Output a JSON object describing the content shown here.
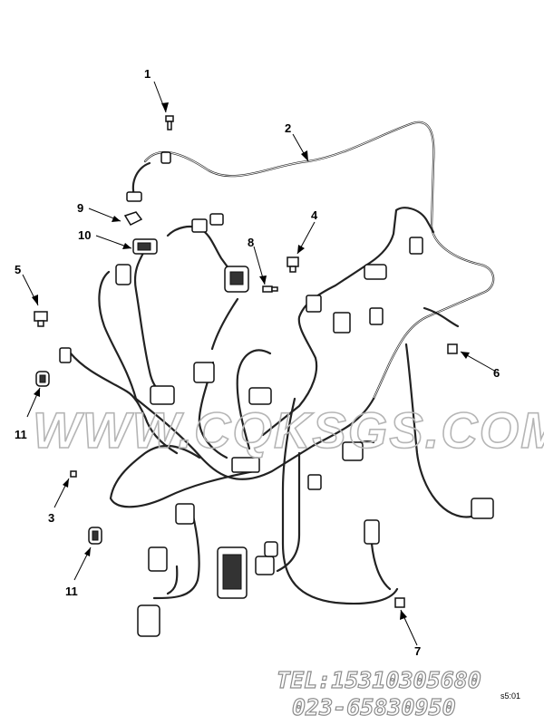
{
  "callouts": {
    "c1": "1",
    "c2": "2",
    "c3": "3",
    "c4": "4",
    "c5": "5",
    "c6": "6",
    "c7": "7",
    "c8": "8",
    "c9": "9",
    "c10": "10",
    "c11a": "11",
    "c11b": "11"
  },
  "watermark": {
    "text": "WWW.CQKSGS.COM",
    "tel": "TEL:15310305680",
    "phone": "023-65830950"
  },
  "figure_id": "s5:01",
  "colors": {
    "line": "#222222",
    "watermark": "#b5b5b5"
  }
}
